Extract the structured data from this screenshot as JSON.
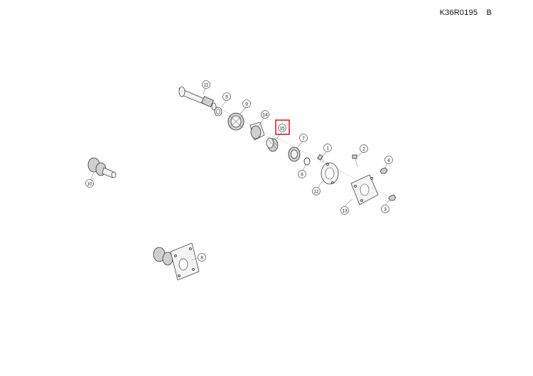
{
  "header": {
    "drawing_code": "K36R0195",
    "revision": "B"
  },
  "callouts": [
    {
      "id": "c1",
      "label": "1"
    },
    {
      "id": "c2",
      "label": "2"
    },
    {
      "id": "c3",
      "label": "3"
    },
    {
      "id": "c4",
      "label": "4"
    },
    {
      "id": "c5",
      "label": "5"
    },
    {
      "id": "c6",
      "label": "6"
    },
    {
      "id": "c7",
      "label": "7"
    },
    {
      "id": "c8",
      "label": "8"
    },
    {
      "id": "c9",
      "label": "9"
    },
    {
      "id": "c10",
      "label": "10"
    },
    {
      "id": "c11",
      "label": "11"
    },
    {
      "id": "c12",
      "label": "12"
    },
    {
      "id": "c13",
      "label": "13"
    },
    {
      "id": "c14",
      "label": "14"
    },
    {
      "id": "c15",
      "label": "15",
      "highlighted": true
    }
  ],
  "colors": {
    "highlight": "#d9232a",
    "line": "#444444"
  }
}
